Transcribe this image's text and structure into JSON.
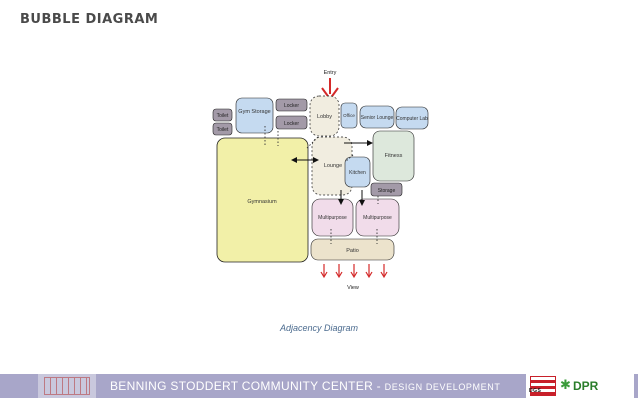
{
  "title": "BUBBLE DIAGRAM",
  "caption": "Adjacency Diagram",
  "diagram": {
    "entry": "Entry",
    "view": "View",
    "spaces": {
      "toilet_1": "Toilet",
      "toilet_2": "Toilet",
      "gym_storage": "Gym Storage",
      "locker_1": "Locker",
      "locker_2": "Locker",
      "lobby": "Lobby",
      "office": "Office",
      "senior_lounge": "Senior Lounge",
      "computer_lab": "Computer Lab",
      "gymnasium": "Gymnasium",
      "lounge": "Lounge",
      "kitchen": "Kitchen",
      "fitness": "Fitness",
      "storage": "Storage",
      "multipurpose_1": "Multipurpose",
      "multipurpose_2": "Multipurpose",
      "patio": "Patio"
    }
  },
  "footer": {
    "project": "BENNING STODDERT COMMUNITY CENTER - ",
    "phase": "DESIGN DEVELOPMENT",
    "dgs": "DGS",
    "dpr": "DPR"
  },
  "colors": {
    "gymnasium": "#f2f0a8",
    "purple": "#a39aa8",
    "blue": "#c5daf0",
    "green": "#dde8dc",
    "pink": "#f1dcea",
    "beige": "#ece3cc",
    "lounge": "#f1ede0",
    "arrow_red": "#d42a2a",
    "footer": "#a8a6c9"
  }
}
